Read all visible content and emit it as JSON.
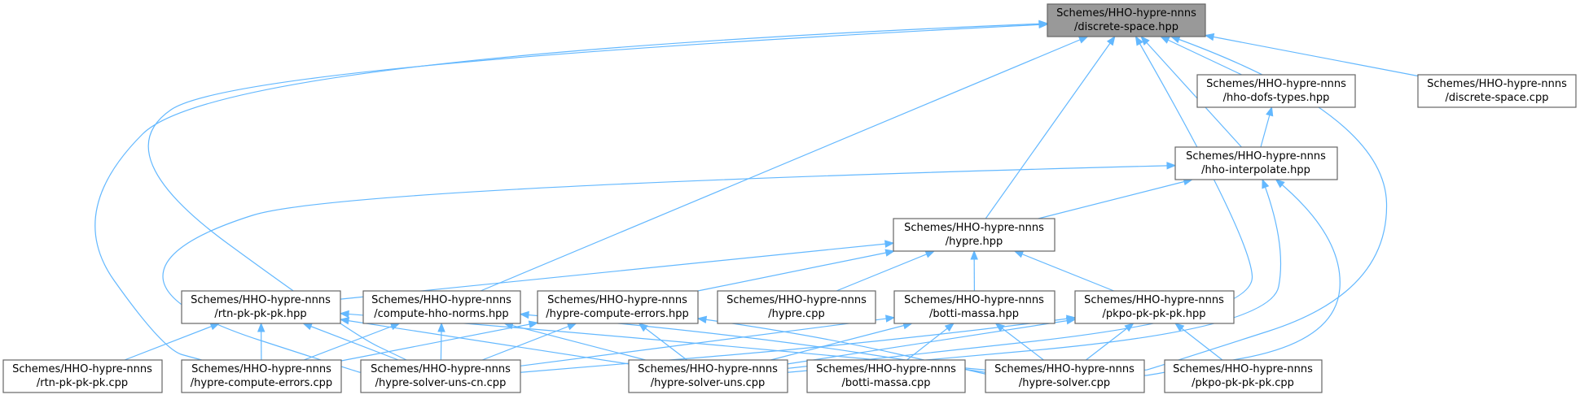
{
  "nodes": {
    "discrete_space_hpp": [
      "Schemes/HHO-hypre-nnns",
      "/discrete-space.hpp"
    ],
    "hho_dofs_types": [
      "Schemes/HHO-hypre-nnns",
      "/hho-dofs-types.hpp"
    ],
    "discrete_space_cpp": [
      "Schemes/HHO-hypre-nnns",
      "/discrete-space.cpp"
    ],
    "hho_interpolate": [
      "Schemes/HHO-hypre-nnns",
      "/hho-interpolate.hpp"
    ],
    "hypre_hpp": [
      "Schemes/HHO-hypre-nnns",
      "/hypre.hpp"
    ],
    "rtn_hpp": [
      "Schemes/HHO-hypre-nnns",
      "/rtn-pk-pk-pk.hpp"
    ],
    "compute_norms": [
      "Schemes/HHO-hypre-nnns",
      "/compute-hho-norms.hpp"
    ],
    "compute_errors_hpp": [
      "Schemes/HHO-hypre-nnns",
      "/hypre-compute-errors.hpp"
    ],
    "hypre_cpp": [
      "Schemes/HHO-hypre-nnns",
      "/hypre.cpp"
    ],
    "botti_hpp": [
      "Schemes/HHO-hypre-nnns",
      "/botti-massa.hpp"
    ],
    "pkpo_hpp": [
      "Schemes/HHO-hypre-nnns",
      "/pkpo-pk-pk-pk.hpp"
    ],
    "rtn_cpp": [
      "Schemes/HHO-hypre-nnns",
      "/rtn-pk-pk-pk.cpp"
    ],
    "compute_errors_cpp": [
      "Schemes/HHO-hypre-nnns",
      "/hypre-compute-errors.cpp"
    ],
    "solver_uns_cn": [
      "Schemes/HHO-hypre-nnns",
      "/hypre-solver-uns-cn.cpp"
    ],
    "solver_uns": [
      "Schemes/HHO-hypre-nnns",
      "/hypre-solver-uns.cpp"
    ],
    "botti_cpp": [
      "Schemes/HHO-hypre-nnns",
      "/botti-massa.cpp"
    ],
    "solver_cpp": [
      "Schemes/HHO-hypre-nnns",
      "/hypre-solver.cpp"
    ],
    "pkpo_cpp": [
      "Schemes/HHO-hypre-nnns",
      "/pkpo-pk-pk-pk.cpp"
    ]
  },
  "edges": [
    [
      "discrete_space_hpp",
      "hho_dofs_types"
    ],
    [
      "discrete_space_hpp",
      "discrete_space_cpp"
    ],
    [
      "discrete_space_hpp",
      "hho_interpolate"
    ],
    [
      "discrete_space_hpp",
      "hypre_hpp"
    ],
    [
      "discrete_space_hpp",
      "compute_norms"
    ],
    [
      "discrete_space_hpp",
      "compute_errors_cpp"
    ],
    [
      "discrete_space_hpp",
      "solver_uns_cn"
    ],
    [
      "discrete_space_hpp",
      "solver_uns"
    ],
    [
      "discrete_space_hpp",
      "solver_cpp"
    ],
    [
      "hho_dofs_types",
      "hho_interpolate"
    ],
    [
      "hho_interpolate",
      "hypre_hpp"
    ],
    [
      "hho_interpolate",
      "solver_uns_cn"
    ],
    [
      "hho_interpolate",
      "solver_uns"
    ],
    [
      "hho_interpolate",
      "solver_cpp"
    ],
    [
      "hypre_hpp",
      "rtn_hpp"
    ],
    [
      "hypre_hpp",
      "compute_errors_hpp"
    ],
    [
      "hypre_hpp",
      "hypre_cpp"
    ],
    [
      "hypre_hpp",
      "botti_hpp"
    ],
    [
      "hypre_hpp",
      "pkpo_hpp"
    ],
    [
      "rtn_hpp",
      "rtn_cpp"
    ],
    [
      "rtn_hpp",
      "compute_errors_cpp"
    ],
    [
      "rtn_hpp",
      "solver_uns_cn"
    ],
    [
      "rtn_hpp",
      "solver_uns"
    ],
    [
      "rtn_hpp",
      "solver_cpp"
    ],
    [
      "compute_norms",
      "compute_errors_cpp"
    ],
    [
      "compute_norms",
      "solver_uns_cn"
    ],
    [
      "compute_norms",
      "solver_uns"
    ],
    [
      "compute_norms",
      "solver_cpp"
    ],
    [
      "compute_errors_hpp",
      "compute_errors_cpp"
    ],
    [
      "compute_errors_hpp",
      "solver_uns_cn"
    ],
    [
      "compute_errors_hpp",
      "solver_uns"
    ],
    [
      "compute_errors_hpp",
      "solver_cpp"
    ],
    [
      "botti_hpp",
      "solver_uns_cn"
    ],
    [
      "botti_hpp",
      "solver_uns"
    ],
    [
      "botti_hpp",
      "botti_cpp"
    ],
    [
      "botti_hpp",
      "solver_cpp"
    ],
    [
      "pkpo_hpp",
      "solver_uns_cn"
    ],
    [
      "pkpo_hpp",
      "solver_uns"
    ],
    [
      "pkpo_hpp",
      "solver_cpp"
    ],
    [
      "pkpo_hpp",
      "pkpo_cpp"
    ]
  ],
  "colors": {
    "edge": "#63b8ff",
    "node_border": "#666666",
    "root_fill": "#999999",
    "node_fill": "#ffffff"
  }
}
